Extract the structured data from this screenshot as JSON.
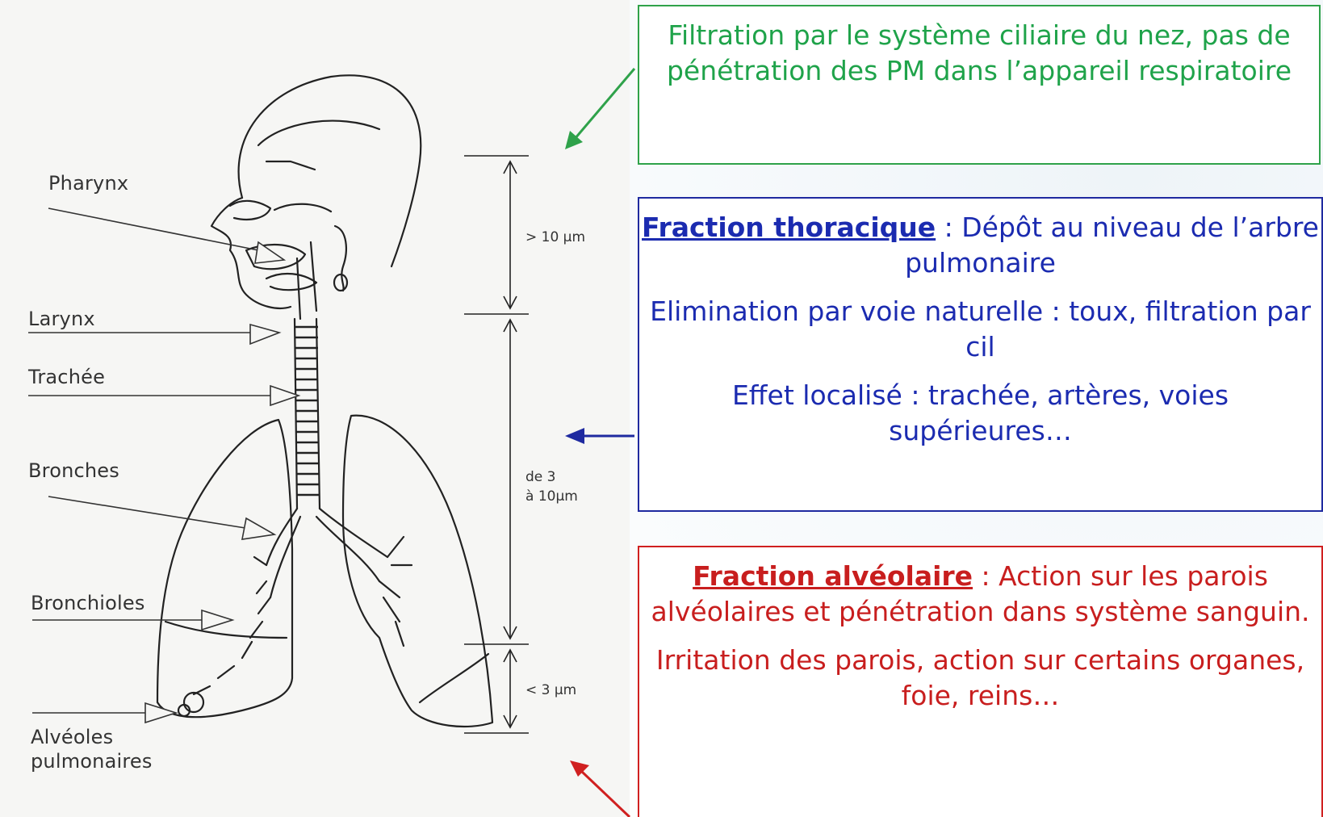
{
  "figure_labels": {
    "pharynx": "Pharynx",
    "larynx": "Larynx",
    "trachee": "Trachée",
    "bronches": "Bronches",
    "bronchioles": "Bronchioles",
    "alveoles_line1": "Alvéoles",
    "alveoles_line2": "pulmonaires"
  },
  "size_ranges": {
    "upper": "> 10 µm",
    "middle_line1": "de 3",
    "middle_line2": "à 10µm",
    "lower": "< 3 µm"
  },
  "nose_box": {
    "text": "Filtration par le système ciliaire du nez, pas de pénétration des PM dans l’appareil respiratoire",
    "color": "#1fa34a"
  },
  "thoracic_box": {
    "title": "Fraction thoracique",
    "title_rest": " : Dépôt au niveau de l’arbre pulmonaire",
    "line2": "Elimination par voie naturelle : toux, filtration par cil",
    "line3": "Effet localisé : trachée, artères, voies supérieures…",
    "color": "#1b2bb0"
  },
  "alveolar_box": {
    "title": "Fraction alvéolaire",
    "title_rest": " : Action sur les parois alvéolaires et pénétration dans système sanguin.",
    "line2": "Irritation des parois, action sur certains organes, foie, reins…",
    "color": "#c81e1e"
  }
}
